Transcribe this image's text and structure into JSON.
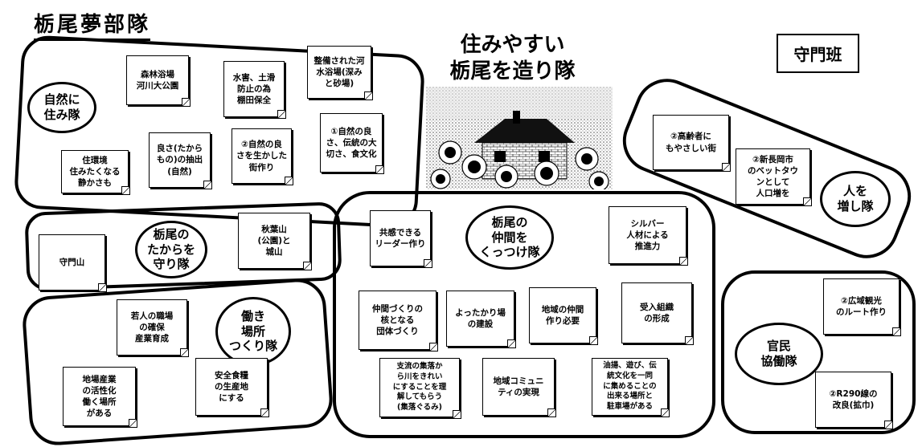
{
  "title": "栃尾夢部隊",
  "center_title": "住みやすい\n栃尾を造り隊",
  "badge": "守門班",
  "groups": {
    "shizen": {
      "name": "自然に\n住み隊",
      "notes": [
        "森林浴場\n河川大公園",
        "水害、土滑\n防止の為\n棚田保全",
        "整備された河\n水浴場(深み\nと砂場)",
        "住環境\n住みたくなる\n静かさも",
        "良さ(たから\nもの)の抽出\n(自然)",
        "②自然の良\nさを生かした\n街作り",
        "①自然の良\nさ、伝統の大\n切さ、食文化"
      ]
    },
    "takara": {
      "name": "栃尾の\nたからを\n守り隊",
      "notes": [
        "守門山",
        "秋葉山\n(公園)と\n城山"
      ]
    },
    "hataraki": {
      "name": "働き\n場所\nつくり隊",
      "notes": [
        "若人の職場\nの確保\n産業育成",
        "地場産業\nの活性化\n働く場所\nがある",
        "安全食糧\nの生産地\nにする"
      ]
    },
    "nakama": {
      "name": "栃尾の\n仲間を\nくっつけ隊",
      "notes": [
        "共感できる\nリーダー作り",
        "シルバー\n人材による\n推進力",
        "仲間づくりの\n核となる\n団体づくり",
        "よったかり場\nの建設",
        "地域の仲間\n作り必要",
        "受入組織\nの形成",
        "支流の集落か\nら川をきれい\nにすることを理\n解してもらう\n(集落ぐるみ)",
        "地域コミュニ\nティの実現",
        "油揚、遊び、伝\n統文化を一同\nに集めることの\n出来る場所と\n駐車場がある"
      ]
    },
    "hito": {
      "name": "人を\n増し隊",
      "notes": [
        "②高齢者に\nもやさしい街",
        "②新長岡市\nのベットタウ\nンとして\n人口増を"
      ]
    },
    "kanmin": {
      "name": "官民\n協働隊",
      "notes": [
        "②広域観光\nのルート作り",
        "②R290線の\n改良(拡巾)"
      ]
    }
  },
  "illustration": "house-sunflower-picture"
}
